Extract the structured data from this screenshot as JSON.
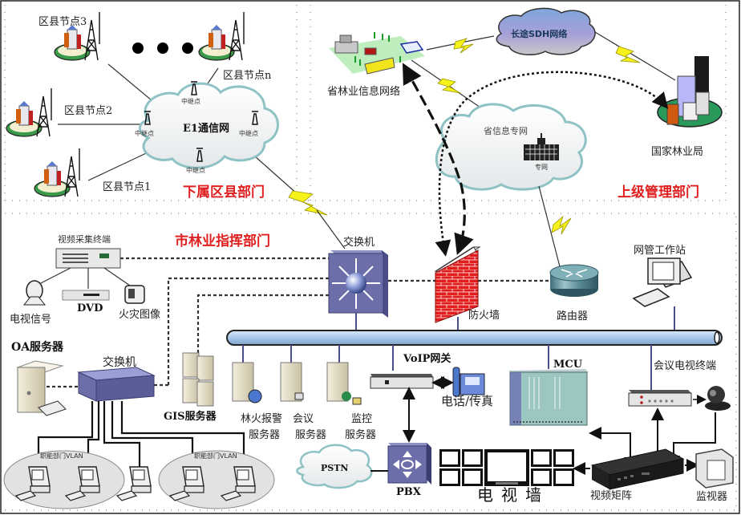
{
  "diagram": {
    "title": "林业网络系统拓扑图",
    "colors": {
      "section_title": "#e02020",
      "bus": "#a9c9ea",
      "switch": "#6b6ea8",
      "firewall": "#e01c1c",
      "bolt": "#f7f21a"
    },
    "sections": {
      "county": "下属区县部门",
      "upper": "上级管理部门",
      "city": "市林业指挥部门"
    },
    "county": {
      "nodes": [
        "区县节点3",
        "区县节点n",
        "区县节点2",
        "区县节点1"
      ],
      "ellipsis": "●  ●  ●",
      "cloud_label": "E1通信网",
      "relay_label": "中继点"
    },
    "upper": {
      "province_network": "省林业信息网络",
      "sdh_cloud": "长途SDH网络",
      "province_private_cloud": "省信息专网",
      "private_net_small": "专网",
      "state_bureau": "国家林业局"
    },
    "city": {
      "core_switch": "交换机",
      "video_terminal": "视频采集终端",
      "tv_signal": "电视信号",
      "dvd": "DVD",
      "fire_image": "火灾图像",
      "firewall": "防火墙",
      "router": "路由器",
      "nms_station": "网管工作站",
      "oa_server": "OA服务器",
      "access_switch": "交换机",
      "gis_server": "GIS服务器",
      "fire_alarm_server": [
        "林火报警",
        "服务器"
      ],
      "meeting_server": [
        "会议",
        "服务器"
      ],
      "monitor_server": [
        "监控",
        "服务器"
      ],
      "voip_gateway": "VoIP网关",
      "phone_fax": "电话/传真",
      "mcu": "MCU",
      "conf_terminal": "会议电视终端",
      "pstn": "PSTN",
      "pbx": "PBX",
      "tv_wall": "电视墙",
      "video_matrix": "视频矩阵",
      "monitor": "监视器",
      "vlan_label": "职能部门VLAN"
    }
  }
}
